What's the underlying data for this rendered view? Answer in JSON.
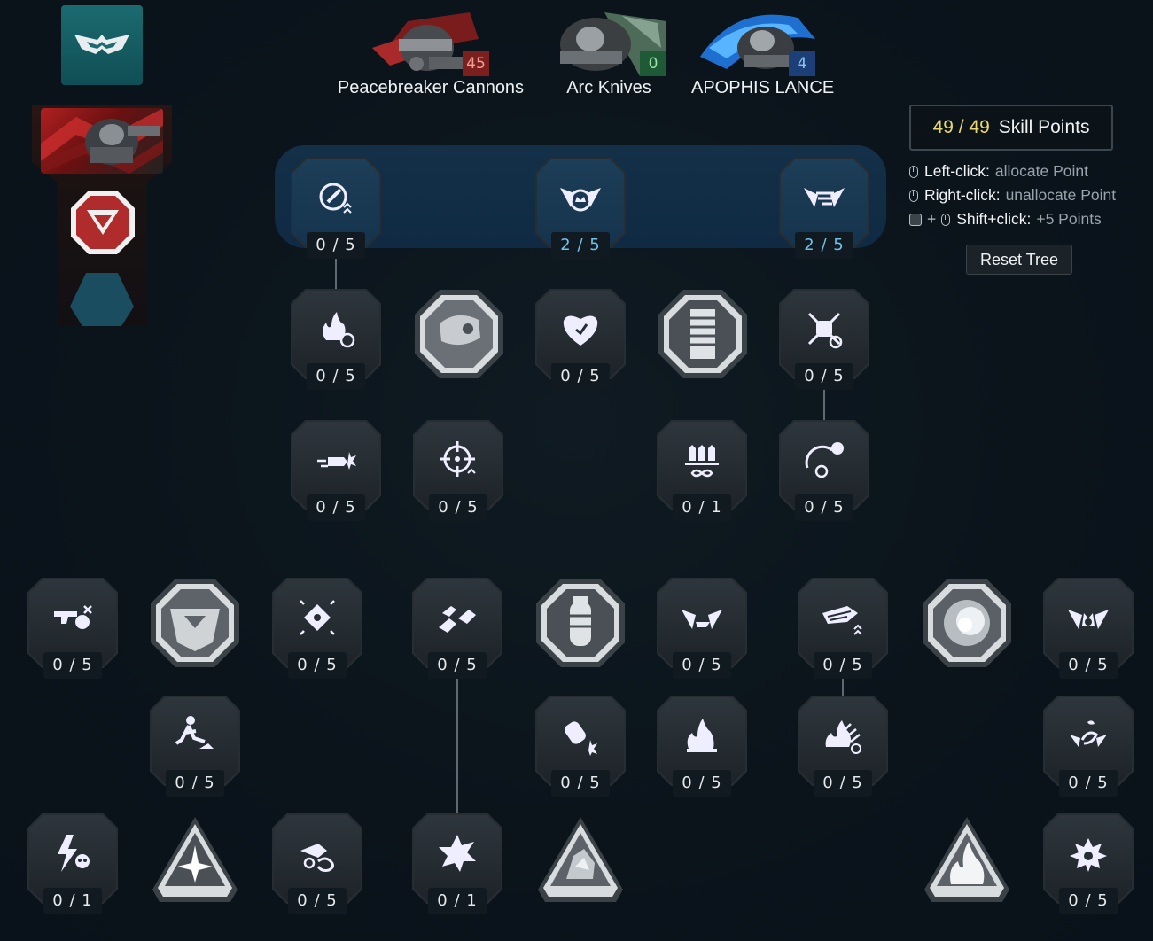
{
  "weapons": [
    {
      "name": "Peacebreaker Cannons",
      "level": "45",
      "level_bg": "#7b1f1f",
      "level_color": "#f0a090"
    },
    {
      "name": "Arc Knives",
      "level": "0",
      "level_bg": "#1f5a36",
      "level_color": "#9de0a8"
    },
    {
      "name": "APOPHIS LANCE",
      "level": "4",
      "level_bg": "#1c3f78",
      "level_color": "#8fc0f0"
    }
  ],
  "skill_points": {
    "value": "49 / 49",
    "label": "Skill Points"
  },
  "hints": [
    {
      "key": "Left-click:",
      "value": "allocate Point"
    },
    {
      "key": "Right-click:",
      "value": "unallocate Point"
    },
    {
      "key": "Shift+click:",
      "value": "+5 Points",
      "plus": "+"
    }
  ],
  "reset_label": "Reset Tree",
  "colors": {
    "active_count": "#6fc2ea",
    "points": "#e9d86c",
    "band": "#12304a"
  },
  "nodes": {
    "n1": {
      "count": "0 / 5",
      "icon": "crosshair-boost-icon"
    },
    "n2": {
      "count": "2 / 5",
      "icon": "crown-wings-icon"
    },
    "n3": {
      "count": "2 / 5",
      "icon": "jet-wings-icon"
    },
    "n4": {
      "count": "0 / 5",
      "icon": "fire-timer-icon"
    },
    "n5": {
      "count": "0 / 5",
      "icon": "heart-shield-icon"
    },
    "n6": {
      "count": "0 / 5",
      "icon": "no-reload-icon"
    },
    "n7": {
      "count": "0 / 5",
      "icon": "missile-hit-icon"
    },
    "n8": {
      "count": "0 / 5",
      "icon": "target-up-icon"
    },
    "n9": {
      "count": "0 / 1",
      "icon": "infinite-ammo-icon"
    },
    "n10": {
      "count": "0 / 5",
      "icon": "gauge-bomb-icon"
    },
    "n11": {
      "count": "0 / 5",
      "icon": "gun-skull-icon"
    },
    "n12": {
      "count": "0 / 5",
      "icon": "shatter-diamond-icon"
    },
    "n13": {
      "count": "0 / 5",
      "icon": "drones-icon"
    },
    "n14": {
      "count": "0 / 5",
      "icon": "wings-shot-icon"
    },
    "n15": {
      "count": "0 / 5",
      "icon": "jet-boost-icon"
    },
    "n16": {
      "count": "0 / 5",
      "icon": "crown-bomb-icon"
    },
    "n17": {
      "count": "0 / 5",
      "icon": "running-kick-icon"
    },
    "n18": {
      "count": "0 / 5",
      "icon": "grenade-blast-icon"
    },
    "n19": {
      "count": "0 / 5",
      "icon": "flame-base-icon"
    },
    "n20": {
      "count": "0 / 5",
      "icon": "fire-chain-icon"
    },
    "n21": {
      "count": "0 / 5",
      "icon": "swirl-crown-icon"
    },
    "n22": {
      "count": "0 / 1",
      "icon": "lightning-skull-icon"
    },
    "n23": {
      "count": "0 / 5",
      "icon": "drone-cycle-icon"
    },
    "n24": {
      "count": "0 / 1",
      "icon": "star-burst-icon"
    },
    "n25": {
      "count": "0 / 5",
      "icon": "spiky-blast-icon"
    }
  }
}
